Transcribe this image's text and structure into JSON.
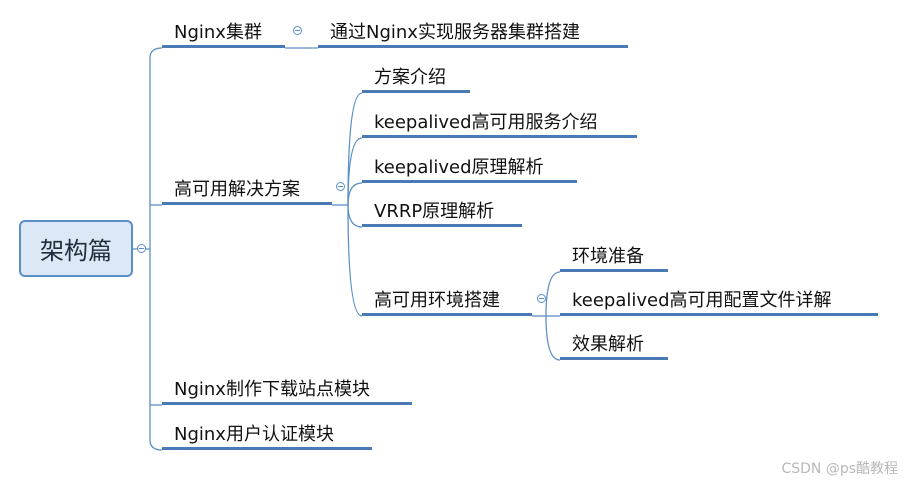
{
  "root": {
    "label": "架构篇"
  },
  "branches": {
    "cluster": {
      "label": "Nginx集群",
      "child": "通过Nginx实现服务器集群搭建"
    },
    "ha": {
      "label": "高可用解决方案",
      "children": [
        "方案介绍",
        "keepalived高可用服务介绍",
        "keepalived原理解析",
        "VRRP原理解析"
      ],
      "env": {
        "label": "高可用环境搭建",
        "children": [
          "环境准备",
          "keepalived高可用配置文件详解",
          "效果解析"
        ]
      }
    },
    "download": {
      "label": "Nginx制作下载站点模块"
    },
    "auth": {
      "label": "Nginx用户认证模块"
    }
  },
  "watermark": "CSDN @ps酷教程",
  "colors": {
    "line": "#5b8fc7",
    "underline": "#4a7ab5",
    "root_fill": "#dce8f5"
  }
}
